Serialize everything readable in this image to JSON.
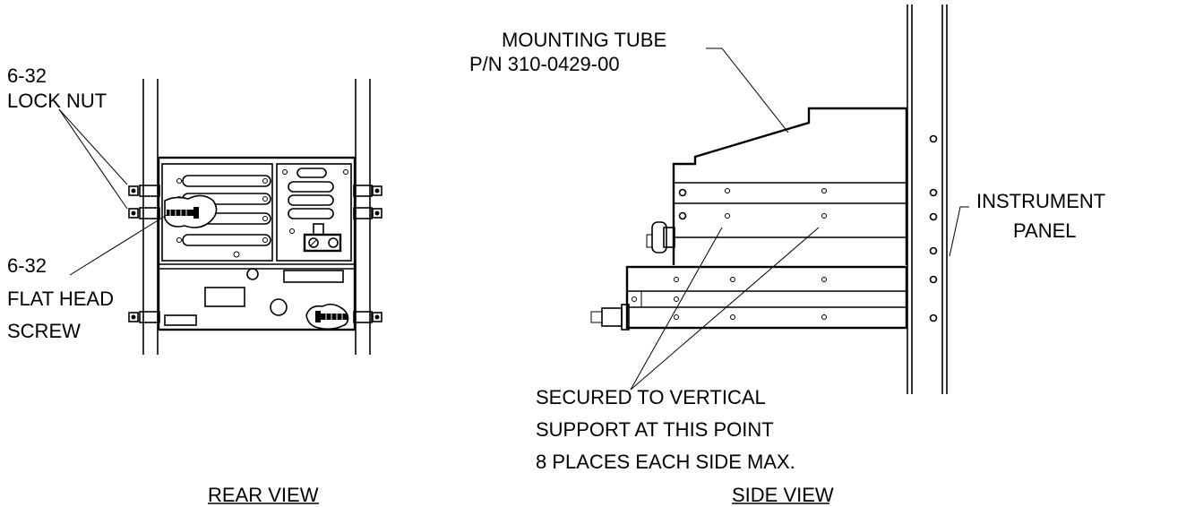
{
  "labels": {
    "lock_nut_size": "6-32",
    "lock_nut_name": "LOCK NUT",
    "screw_size": "6-32",
    "screw_name_1": "FLAT HEAD",
    "screw_name_2": "SCREW",
    "mounting_tube_name": "MOUNTING TUBE",
    "mounting_tube_pn": "P/N 310-0429-00",
    "instrument_panel_1": "INSTRUMENT",
    "instrument_panel_2": "PANEL",
    "secured_1": "SECURED TO VERTICAL",
    "secured_2": "SUPPORT AT THIS POINT",
    "secured_3": "8 PLACES EACH SIDE MAX.",
    "rear_view": "REAR VIEW",
    "side_view": "SIDE VIEW"
  }
}
